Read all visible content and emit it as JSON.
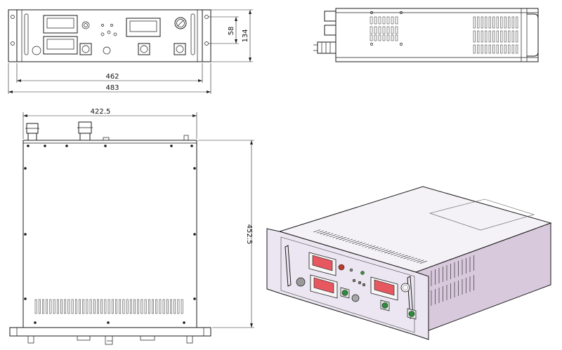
{
  "front_view": {
    "dimensions": {
      "rack_width": "462",
      "overall_width": "483",
      "panel_height": "134",
      "handle_spacing": "58"
    }
  },
  "top_view": {
    "dimensions": {
      "depth_width": "422.5",
      "depth": "452.5"
    }
  },
  "colors": {
    "panel": "#ebe6f1",
    "side": "#d9c9dd",
    "meter_red": "#e7575f",
    "knob_green": "#2f8a3c",
    "line": "#1a1a1a"
  }
}
